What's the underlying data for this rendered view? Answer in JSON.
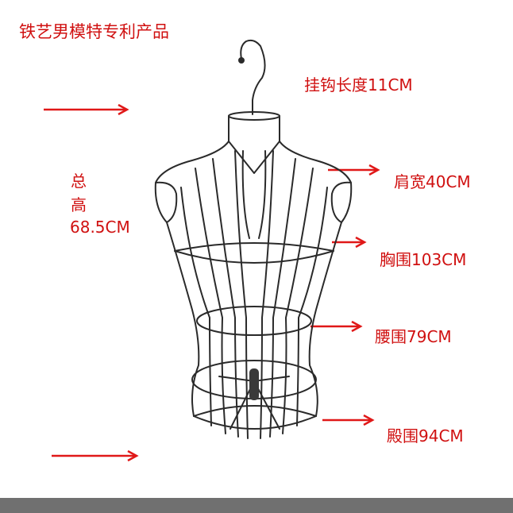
{
  "title": "铁艺男模特专利产品",
  "labels": {
    "hook": "挂钩长度11CM",
    "shoulder": "肩宽40CM",
    "chest": "胸围103CM",
    "waist": "腰围79CM",
    "hip": "殿围94CM",
    "total_line1": "总",
    "total_line2": "高",
    "total_line3": "68.5CM"
  },
  "colors": {
    "label": "#d01010",
    "arrow": "#e01818",
    "wire": "#2a2a2a",
    "footer": "#707070"
  },
  "icons": {
    "arrow": "arrow-right-icon",
    "mannequin": "wire-mannequin-icon"
  }
}
